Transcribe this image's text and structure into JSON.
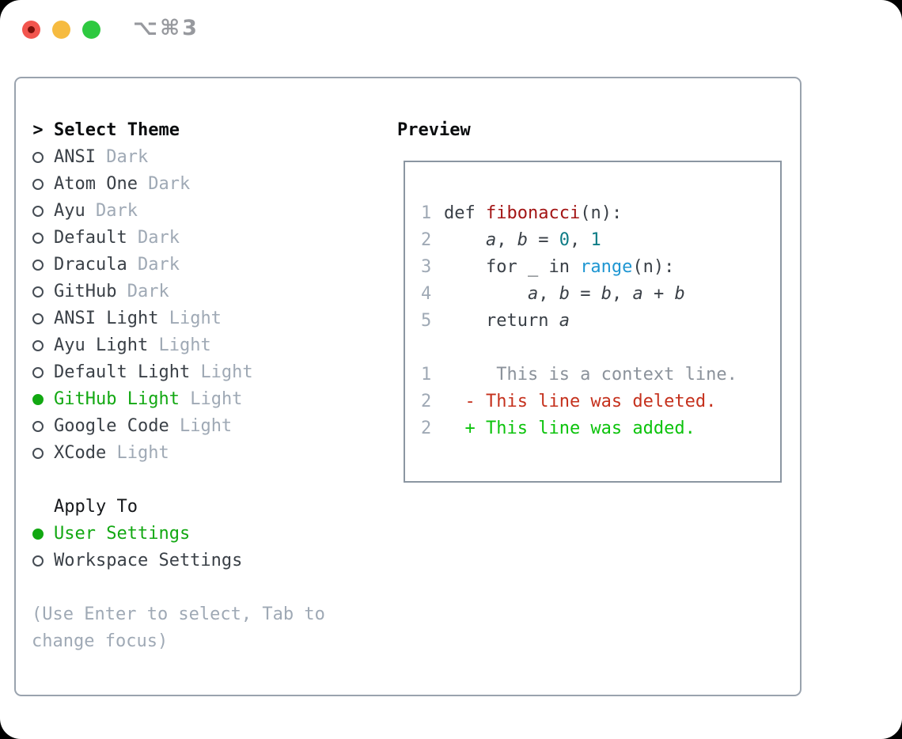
{
  "titlebar": {
    "title": "⌥⌘3"
  },
  "panel": {
    "select_header": {
      "marker": ">",
      "label": "Select Theme"
    },
    "themes": [
      {
        "name": "ANSI",
        "variant": "Dark",
        "selected": false
      },
      {
        "name": "Atom One",
        "variant": "Dark",
        "selected": false
      },
      {
        "name": "Ayu",
        "variant": "Dark",
        "selected": false
      },
      {
        "name": "Default",
        "variant": "Dark",
        "selected": false
      },
      {
        "name": "Dracula",
        "variant": "Dark",
        "selected": false
      },
      {
        "name": "GitHub",
        "variant": "Dark",
        "selected": false
      },
      {
        "name": "ANSI Light",
        "variant": "Light",
        "selected": false
      },
      {
        "name": "Ayu Light",
        "variant": "Light",
        "selected": false
      },
      {
        "name": "Default Light",
        "variant": "Light",
        "selected": false
      },
      {
        "name": "GitHub Light",
        "variant": "Light",
        "selected": true
      },
      {
        "name": "Google Code",
        "variant": "Light",
        "selected": false
      },
      {
        "name": "XCode",
        "variant": "Light",
        "selected": false
      }
    ],
    "apply_to": {
      "label": "Apply To",
      "options": [
        {
          "name": "User Settings",
          "selected": true
        },
        {
          "name": "Workspace Settings",
          "selected": false
        }
      ]
    },
    "hint_lines": [
      "(Use Enter to select, Tab to",
      "change focus)"
    ]
  },
  "preview": {
    "label": "Preview",
    "code_lines": [
      {
        "num": "1",
        "segments": [
          {
            "t": "def ",
            "s": "plain"
          },
          {
            "t": "fibonacci",
            "s": "fn"
          },
          {
            "t": "(n):",
            "s": "plain"
          }
        ]
      },
      {
        "num": "2",
        "segments": [
          {
            "t": "    ",
            "s": "plain"
          },
          {
            "t": "a",
            "s": "var"
          },
          {
            "t": ", ",
            "s": "plain"
          },
          {
            "t": "b",
            "s": "var"
          },
          {
            "t": " = ",
            "s": "plain"
          },
          {
            "t": "0",
            "s": "num"
          },
          {
            "t": ", ",
            "s": "plain"
          },
          {
            "t": "1",
            "s": "num"
          }
        ]
      },
      {
        "num": "3",
        "segments": [
          {
            "t": "    for _ in ",
            "s": "plain"
          },
          {
            "t": "range",
            "s": "builtin"
          },
          {
            "t": "(n):",
            "s": "plain"
          }
        ]
      },
      {
        "num": "4",
        "segments": [
          {
            "t": "        ",
            "s": "plain"
          },
          {
            "t": "a",
            "s": "var"
          },
          {
            "t": ", ",
            "s": "plain"
          },
          {
            "t": "b",
            "s": "var"
          },
          {
            "t": " = ",
            "s": "plain"
          },
          {
            "t": "b",
            "s": "var"
          },
          {
            "t": ", ",
            "s": "plain"
          },
          {
            "t": "a",
            "s": "var"
          },
          {
            "t": " + ",
            "s": "plain"
          },
          {
            "t": "b",
            "s": "var"
          }
        ]
      },
      {
        "num": "5",
        "segments": [
          {
            "t": "    return ",
            "s": "plain"
          },
          {
            "t": "a",
            "s": "var"
          }
        ]
      }
    ],
    "diff_lines": [
      {
        "num": "1",
        "text": "     This is a context line.",
        "type": "context"
      },
      {
        "num": "2",
        "text": "  - This line was deleted.",
        "type": "deleted"
      },
      {
        "num": "2",
        "text": "  + This line was added.",
        "type": "added"
      }
    ]
  },
  "colors": {
    "accent_selected_green": "#12a812",
    "diff_added_green": "#0cc30c",
    "diff_deleted_red": "#c5311d",
    "code_function_red": "#a31515",
    "code_number_teal": "#0e7c86",
    "code_builtin_blue": "#1e96d2",
    "muted_gray": "#9fa9b5",
    "text_dark": "#3a4047",
    "traffic_red": "#f2554e",
    "traffic_yellow": "#f6bb40",
    "traffic_green": "#2ec940"
  }
}
